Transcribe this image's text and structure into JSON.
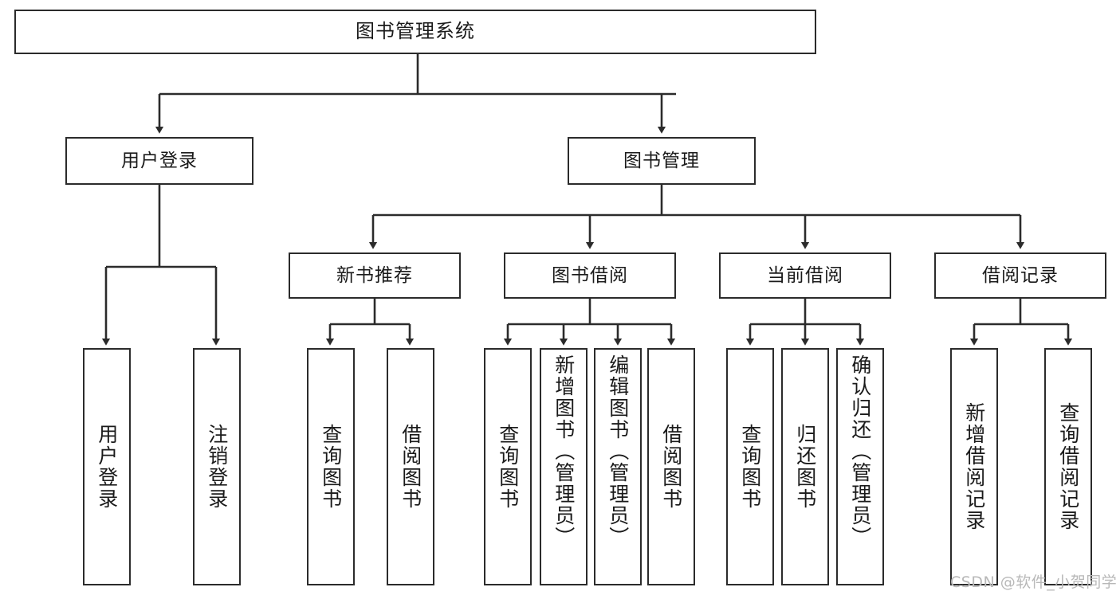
{
  "diagram": {
    "title": "图书管理系统",
    "type": "tree-hierarchy-diagram",
    "colors": {
      "stroke": "#2b2b2b",
      "fill": "#ffffff",
      "text": "#1a1a1a",
      "watermark": "#b8b8b8"
    },
    "root": {
      "label": "图书管理系统"
    },
    "level1": [
      {
        "id": "user-login",
        "label": "用户登录"
      },
      {
        "id": "book-manage",
        "label": "图书管理"
      }
    ],
    "level2": [
      {
        "id": "new-book-recommend",
        "label": "新书推荐",
        "parent": "book-manage"
      },
      {
        "id": "book-borrow",
        "label": "图书借阅",
        "parent": "book-manage"
      },
      {
        "id": "current-borrow",
        "label": "当前借阅",
        "parent": "book-manage"
      },
      {
        "id": "borrow-record",
        "label": "借阅记录",
        "parent": "book-manage"
      }
    ],
    "leaves": [
      {
        "id": "leaf-user-login",
        "label": "用户登录",
        "parent": "user-login"
      },
      {
        "id": "leaf-logout-login",
        "label": "注销登录",
        "parent": "user-login"
      },
      {
        "id": "leaf-query-book-1",
        "label": "查询图书",
        "parent": "new-book-recommend"
      },
      {
        "id": "leaf-borrow-book-1",
        "label": "借阅图书",
        "parent": "new-book-recommend"
      },
      {
        "id": "leaf-query-book-2",
        "label": "查询图书",
        "parent": "book-borrow"
      },
      {
        "id": "leaf-add-book-admin",
        "label": "新增图书（管理员）",
        "parent": "book-borrow"
      },
      {
        "id": "leaf-edit-book-admin",
        "label": "编辑图书（管理员）",
        "parent": "book-borrow"
      },
      {
        "id": "leaf-borrow-book-2",
        "label": "借阅图书",
        "parent": "book-borrow"
      },
      {
        "id": "leaf-query-book-3",
        "label": "查询图书",
        "parent": "current-borrow"
      },
      {
        "id": "leaf-return-book",
        "label": "归还图书",
        "parent": "current-borrow"
      },
      {
        "id": "leaf-confirm-return-admin",
        "label": "确认归还（管理员）",
        "parent": "current-borrow"
      },
      {
        "id": "leaf-add-borrow-record",
        "label": "新增借阅记录",
        "parent": "borrow-record"
      },
      {
        "id": "leaf-query-borrow-record",
        "label": "查询借阅记录",
        "parent": "borrow-record"
      }
    ]
  },
  "watermark": {
    "text": "CSDN @软件_小贺同学"
  }
}
